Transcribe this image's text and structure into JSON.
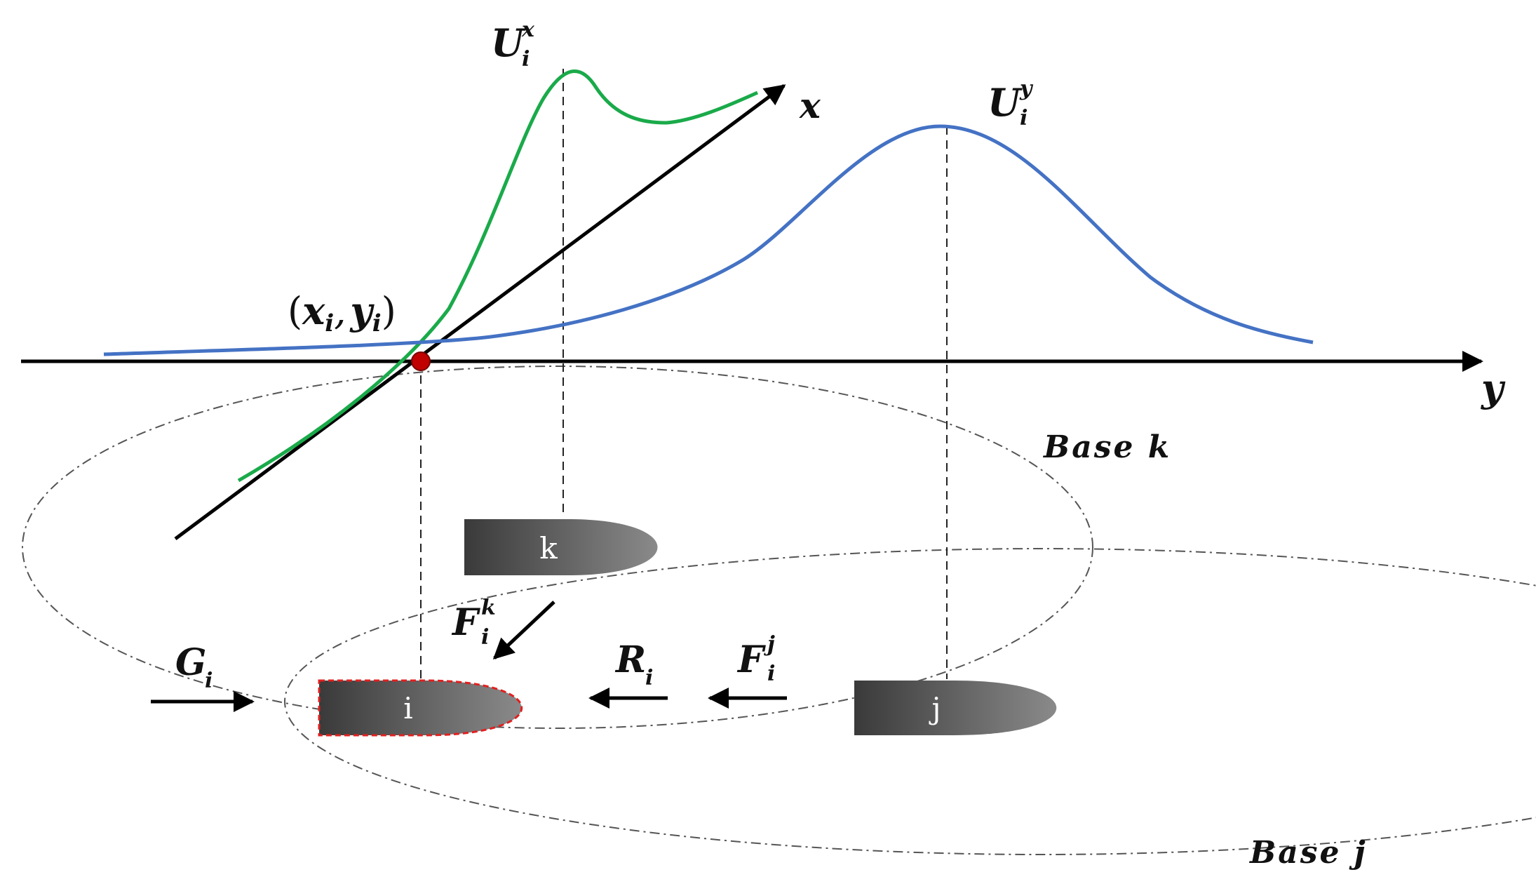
{
  "colors": {
    "curve_ux": "#1aaa4a",
    "curve_uy": "#4472c4",
    "axis": "#000000",
    "point": "#c00000",
    "node_dark": "#3a3a3a",
    "node_light": "#8a8a8a",
    "node_i_outline": "#e02020"
  },
  "axes": {
    "x_label": "x",
    "y_label": "y"
  },
  "point": {
    "label_open": "(",
    "x_sym": "x",
    "x_sub": "i",
    "comma": ",",
    "y_sym": "y",
    "y_sub": "i",
    "label_close": ")"
  },
  "curves": {
    "ux": {
      "sym": "U",
      "sup": "x",
      "sub": "i"
    },
    "uy": {
      "sym": "U",
      "sup": "y",
      "sub": "i"
    }
  },
  "bases": {
    "k": "Base k",
    "j": "Base j"
  },
  "nodes": {
    "k": "k",
    "i": "i",
    "j": "j"
  },
  "forces": {
    "fik": {
      "sym": "F",
      "sup": "k",
      "sub": "i"
    },
    "ri": {
      "sym": "R",
      "sub": "i"
    },
    "fij": {
      "sym": "F",
      "sup": "j",
      "sub": "i"
    },
    "gi": {
      "sym": "G",
      "sub": "i"
    }
  }
}
